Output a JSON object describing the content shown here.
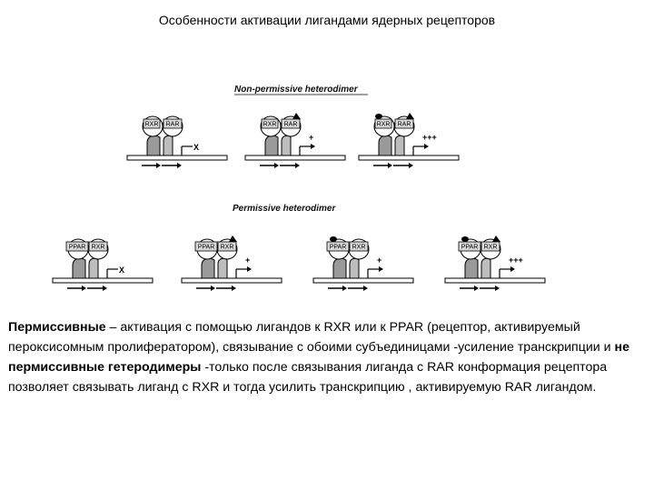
{
  "title": "Особенности активации лигандами ядерных рецепторов",
  "figure": {
    "nonpermissive_label": "Non-permissive heterodimer",
    "permissive_label": "Permissive heterodimer",
    "nonpermissive_units": [
      {
        "left": "RXR",
        "right": "RAR",
        "ligand_left": false,
        "ligand_right": false,
        "outcome": "X"
      },
      {
        "left": "RXR",
        "right": "RAR",
        "ligand_left": false,
        "ligand_right": true,
        "outcome": "+"
      },
      {
        "left": "RXR",
        "right": "RAR",
        "ligand_left": true,
        "ligand_right": true,
        "outcome": "+++"
      }
    ],
    "permissive_units": [
      {
        "left": "PPAR",
        "right": "RXR",
        "ligand_left": false,
        "ligand_right": false,
        "outcome": "X"
      },
      {
        "left": "PPAR",
        "right": "RXR",
        "ligand_left": false,
        "ligand_right": true,
        "outcome": "+"
      },
      {
        "left": "PPAR",
        "right": "RXR",
        "ligand_left": true,
        "ligand_right": false,
        "outcome": "+"
      },
      {
        "left": "PPAR",
        "right": "RXR",
        "ligand_left": true,
        "ligand_right": true,
        "outcome": "+++"
      }
    ]
  },
  "paragraph": {
    "t1": "Пермиссивные",
    "t2": " – активация с помощью лигандов  к RXR или к PPAR (рецептор, активируемый пероксисомным пролифератором), связывание с обоими субъединицами -усиление транскрипции  и ",
    "t3": "не пермиссивные гетеродимеры",
    "t4": " -только после связывания лиганда с RAR конформация рецептора позволяет связывать лиганд с RXR и тогда усилить транскрипцию , активируемую RAR лигандом."
  }
}
